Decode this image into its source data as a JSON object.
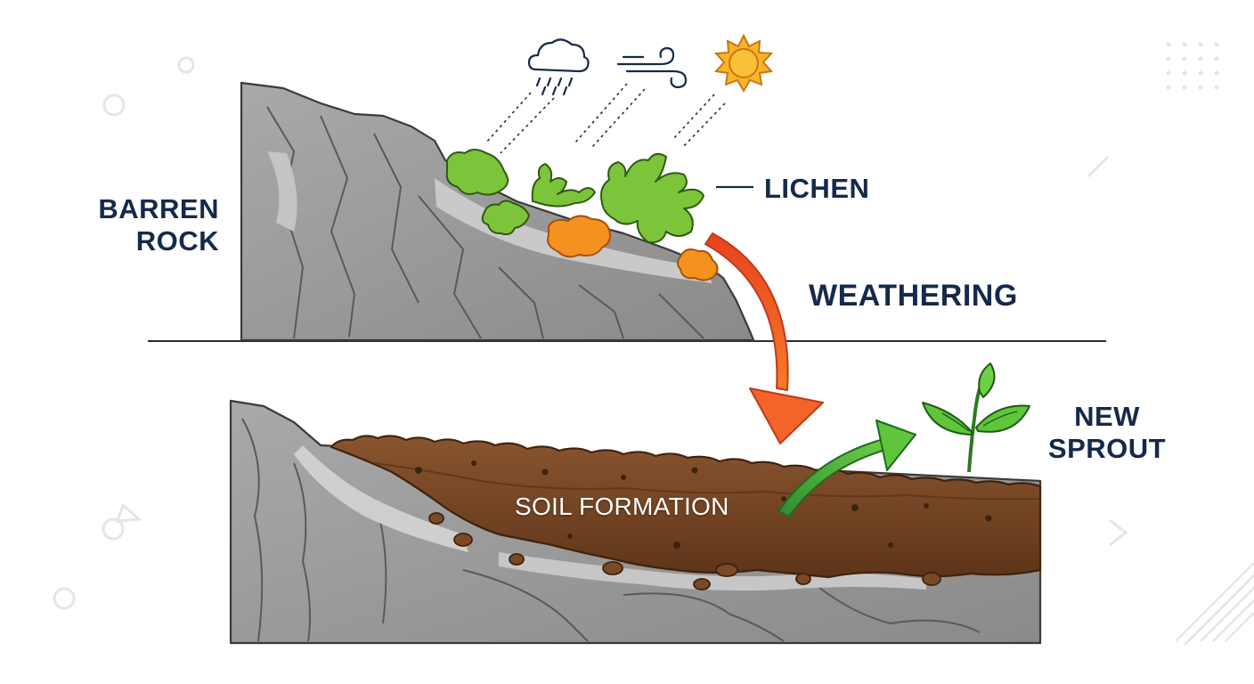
{
  "labels": {
    "barren_rock_line1": "BARREN",
    "barren_rock_line2": "ROCK",
    "lichen": "LICHEN",
    "weathering": "WEATHERING",
    "soil_formation": "SOIL FORMATION",
    "new_sprout_line1": "NEW",
    "new_sprout_line2": "SPROUT"
  },
  "icons": [
    "rain-cloud-icon",
    "wind-icon",
    "sun-icon"
  ],
  "colors": {
    "text": "#15294a",
    "rock": "#9d9d9d",
    "rock_dark": "#7c7c7c",
    "lichen_green": "#7cc43a",
    "lichen_orange": "#f4921f",
    "soil": "#7a4a26",
    "soil_dark": "#5a3418",
    "weathering_arrow": "#ef5a2a",
    "sprout_arrow": "#4fb83a",
    "sun": "#f7b32b"
  }
}
